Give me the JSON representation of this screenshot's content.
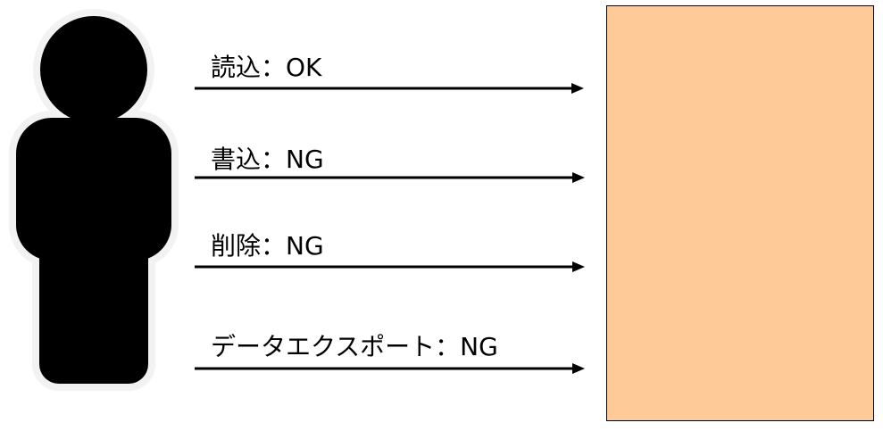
{
  "permissions": [
    {
      "label": "読込：OK"
    },
    {
      "label": "書込：NG"
    },
    {
      "label": "削除：NG"
    },
    {
      "label": "データエクスポート：NG"
    }
  ],
  "colors": {
    "figure": "#000000",
    "figure_outline": "#f2f2f2",
    "arrow": "#000000",
    "resource_fill": "#fdca98",
    "resource_border": "#000000"
  }
}
